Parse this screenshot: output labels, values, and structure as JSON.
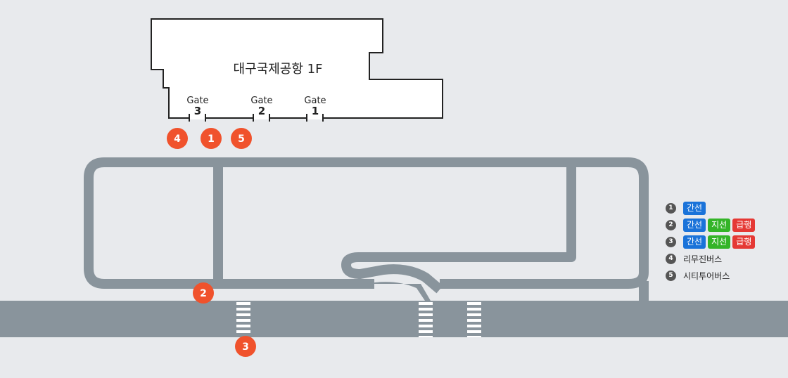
{
  "terminal": {
    "title": "대구국제공항 1F"
  },
  "gates": [
    {
      "word": "Gate",
      "number": "3"
    },
    {
      "word": "Gate",
      "number": "2"
    },
    {
      "word": "Gate",
      "number": "1"
    }
  ],
  "markers": [
    "4",
    "1",
    "5",
    "2",
    "3"
  ],
  "legend": [
    {
      "num": "1",
      "tags": [
        {
          "label": "간선",
          "color": "#1a73d9"
        }
      ],
      "text": ""
    },
    {
      "num": "2",
      "tags": [
        {
          "label": "간선",
          "color": "#1a73d9"
        },
        {
          "label": "지선",
          "color": "#34b428"
        },
        {
          "label": "급행",
          "color": "#e53935"
        }
      ],
      "text": ""
    },
    {
      "num": "3",
      "tags": [
        {
          "label": "간선",
          "color": "#1a73d9"
        },
        {
          "label": "지선",
          "color": "#34b428"
        },
        {
          "label": "급행",
          "color": "#e53935"
        }
      ],
      "text": ""
    },
    {
      "num": "4",
      "tags": [],
      "text": "리무진버스"
    },
    {
      "num": "5",
      "tags": [],
      "text": "시티투어버스"
    }
  ],
  "colors": {
    "road": "#89949c",
    "marker": "#f0522c",
    "background": "#e8eaed"
  }
}
